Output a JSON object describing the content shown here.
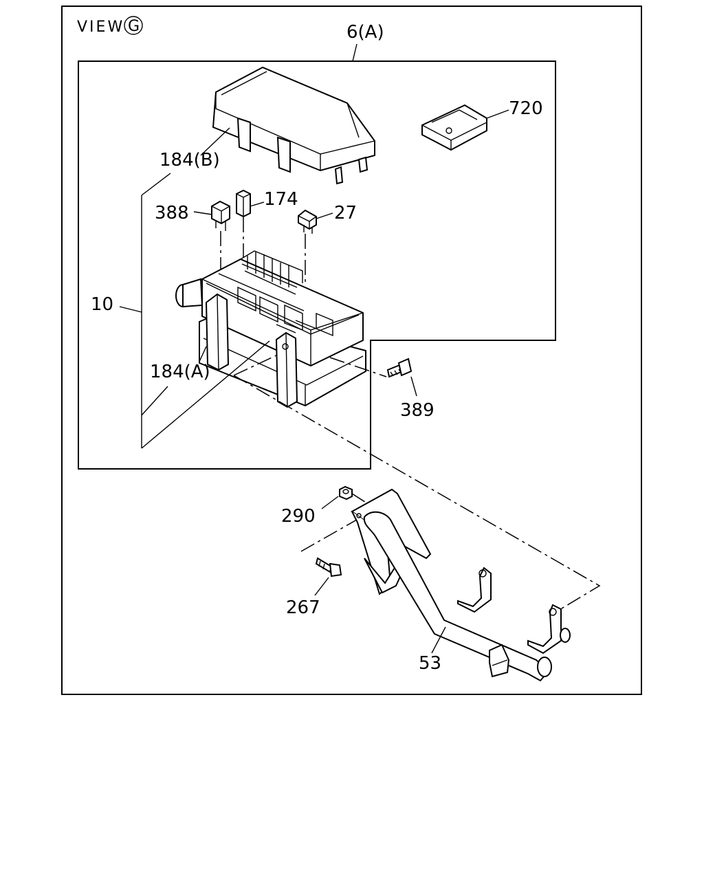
{
  "view": {
    "prefix": "VIEW",
    "letter": "G"
  },
  "labels": {
    "assembly": "6(A)",
    "clip": "720",
    "cover": "184(B)",
    "relay_388": "388",
    "relay_174": "174",
    "fuse_27": "27",
    "fuse_box": "10",
    "case_lower": "184(A)",
    "bolt_389": "389",
    "nut_290": "290",
    "bolt_267": "267",
    "bracket": "53"
  }
}
